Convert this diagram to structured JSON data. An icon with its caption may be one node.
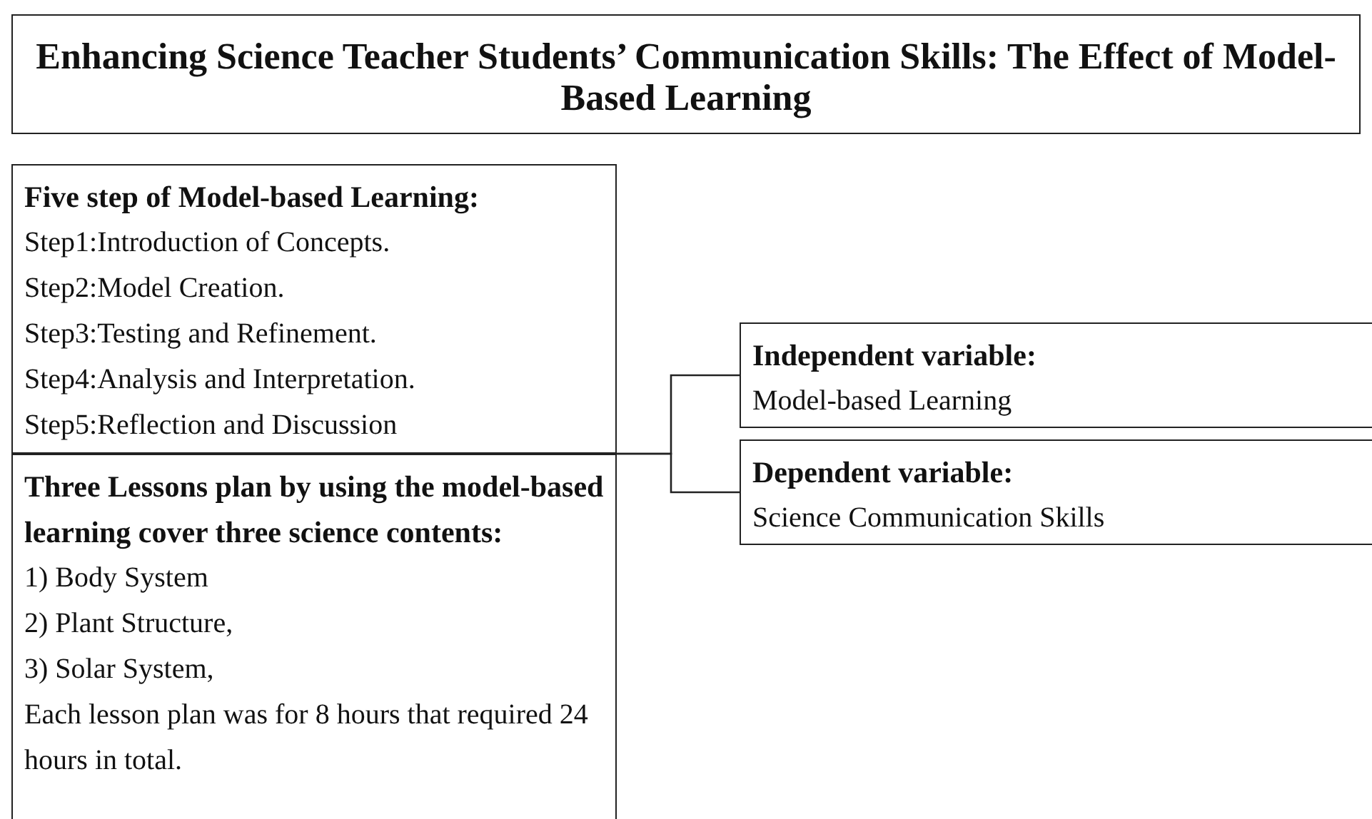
{
  "diagram": {
    "nodes": [
      {
        "text": [
          "Enhancing Science Teacher Students’ Communication Skills: The Effect of Model-Based Learning"
        ]
      },
      {
        "text": [
          "Five step of Model-based Learning:",
          "Step1:Introduction of Concepts.",
          "Step2:Model Creation.",
          "Step3:Testing and Refinement.",
          "Step4:Analysis and Interpretation.",
          "Step5:Reflection and Discussion"
        ]
      },
      {
        "text": [
          "Three Lessons plan by using the model-based learning cover three science contents:",
          "1) Body System",
          "2) Plant Structure,",
          "3) Solar System,",
          "Each lesson plan was for 8 hours that required 24 hours in total."
        ]
      },
      {
        "text": [
          "Independent variable:",
          "Model-based Learning"
        ]
      },
      {
        "text": [
          "Dependent variable:",
          "Science Communication Skills"
        ]
      }
    ],
    "edges": [
      {
        "from": 1,
        "to": 3,
        "arrow": "none"
      },
      {
        "from": 1,
        "to": 4,
        "arrow": "none"
      }
    ]
  }
}
